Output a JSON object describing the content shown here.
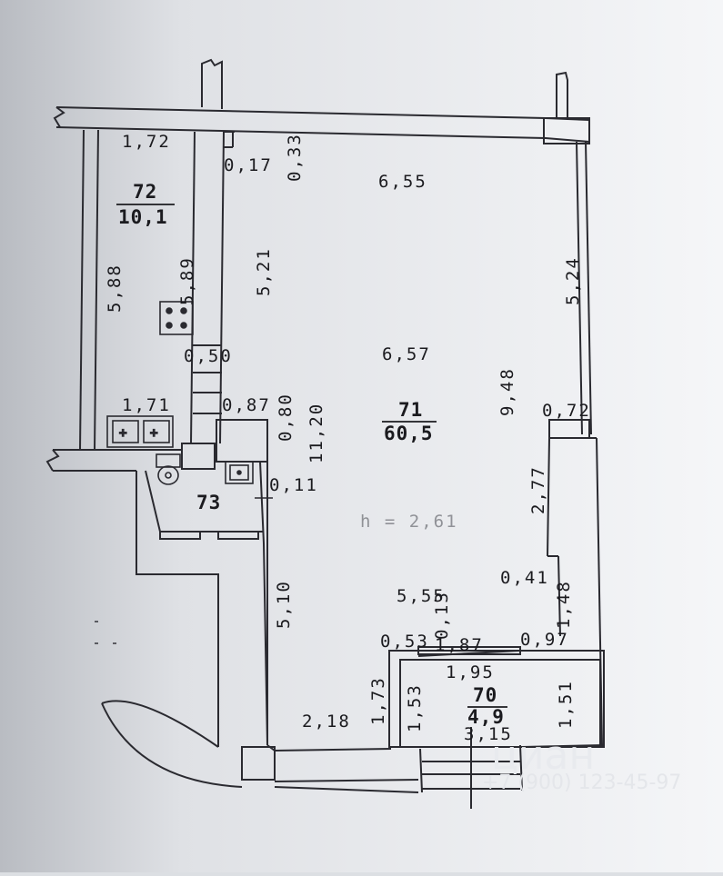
{
  "rooms": {
    "r72": {
      "number": "72",
      "area": "10,1"
    },
    "r71": {
      "number": "71",
      "area": "60,5"
    },
    "r73": {
      "number": "73"
    },
    "r70": {
      "number": "70",
      "area": "4,9"
    }
  },
  "height_label": "h = 2,61",
  "dimensions": {
    "d_1_72": "1,72",
    "d_0_17": "0,17",
    "d_0_33": "0,33",
    "d_6_55": "6,55",
    "d_5_88": "5,88",
    "d_5_89": "5,89",
    "d_5_21": "5,21",
    "d_5_24": "5,24",
    "d_0_50": "0,50",
    "d_6_57": "6,57",
    "d_9_48": "9,48",
    "d_1_71": "1,71",
    "d_0_87": "0,87",
    "d_0_80": "0,80",
    "d_11_20": "11,20",
    "d_0_72": "0,72",
    "d_0_11": "0,11",
    "d_2_77": "2,77",
    "d_0_41": "0,41",
    "d_5_10": "5,10",
    "d_5_55": "5,55",
    "d_0_13": "0,13",
    "d_1_48": "1,48",
    "d_0_53": "0,53",
    "d_1_87": "1,87",
    "d_0_97": "0,97",
    "d_1_95": "1,95",
    "d_1_73": "1,73",
    "d_1_53": "1,53",
    "d_1_51": "1,51",
    "d_2_18": "2,18",
    "d_3_15": "3,15"
  },
  "watermark": {
    "brand": "циан",
    "phone": "+7 (900) 123-45-97"
  },
  "colors": {
    "line": "#2a2a30",
    "paper": "#f4f5f7",
    "shadow": "#c9ccd1"
  }
}
